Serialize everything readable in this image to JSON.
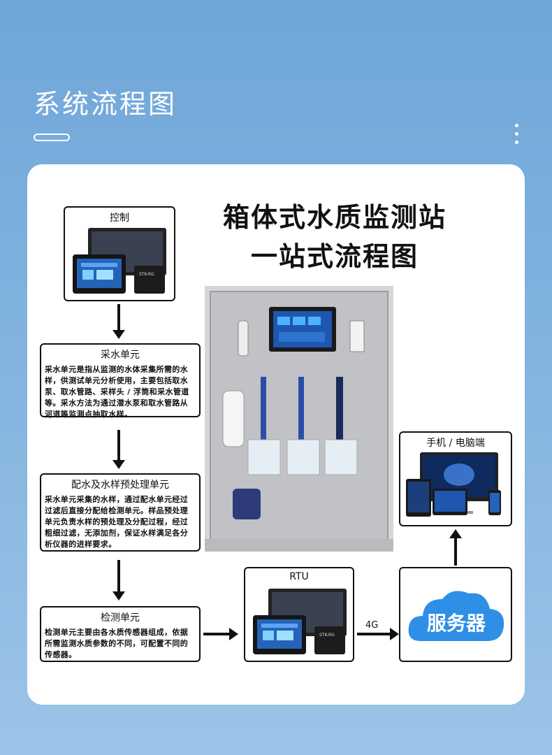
{
  "header": {
    "title": "系统流程图"
  },
  "diagram": {
    "title_line1": "箱体式水质监测站",
    "title_line2": "一站式流程图",
    "nodes": {
      "control": {
        "title": "控制"
      },
      "sampling": {
        "title": "采水单元",
        "text": "采水单元是指从监测的水体采集所需的水样，供测试单元分析使用，主要包括取水泵、取水管路、采样头 / 浮筒和采水管道等。采水方法为通过潜水泵和取水管路从河道等监测点抽取水样。"
      },
      "pretreatment": {
        "title": "配水及水样预处理单元",
        "text": "采水单元采集的水样，通过配水单元经过过滤后直接分配给检测单元。样品预处理单元负责水样的预处理及分配过程，经过粗细过滤，无添加剂，保证水样满足各分析仪器的进样要求。"
      },
      "detection": {
        "title": "检测单元",
        "text": "检测单元主要由各水质传感器组成，依据所需监测水质参数的不同，可配置不同的传感器。"
      },
      "rtu": {
        "title": "RTU"
      },
      "server": {
        "title": "服务器"
      },
      "terminal": {
        "title": "手机 / 电脑端"
      }
    },
    "edges": {
      "rtu_to_server": "4G"
    },
    "device_labels": {
      "rtu_module": "STK-RG"
    }
  },
  "colors": {
    "background_top": "#6fa6d9",
    "background_bottom": "#9cc4e8",
    "cloud": "#2f8fe6",
    "screen": "#1f56b0"
  }
}
